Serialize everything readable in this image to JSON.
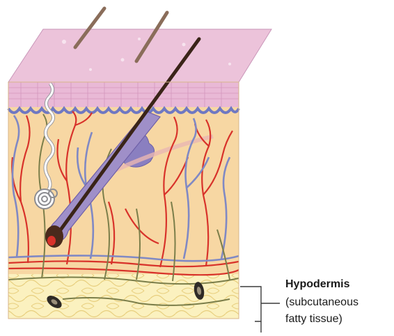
{
  "callout": {
    "title": "Hypodermis",
    "line1": "(subcutaneous",
    "line2": "fatty tissue)"
  },
  "colors": {
    "epidermis": "#e9bcd8",
    "dermis": "#f7d8a4",
    "hypodermis": "#fbf0bd",
    "artery": "#d8322a",
    "vein": "#7f86c4",
    "nerve": "#7d7f4a",
    "hair": "#3a2418"
  }
}
